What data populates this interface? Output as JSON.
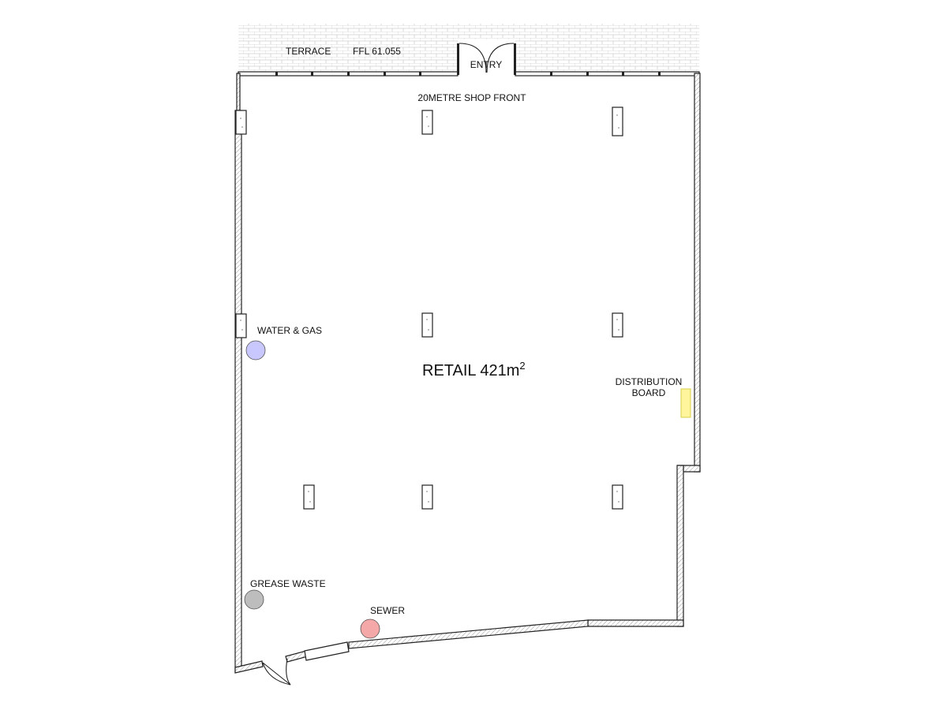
{
  "plan": {
    "title": "RETAIL 421m",
    "area_superscript": "2",
    "shop_front_label": "20METRE SHOP FRONT",
    "terrace": {
      "label": "TERRACE",
      "level": "FFL 61.055"
    },
    "entry_label": "ENTRY",
    "services": {
      "water_gas": {
        "label": "WATER & GAS",
        "color": "#c8c8ff"
      },
      "grease_waste": {
        "label": "GREASE WASTE",
        "color": "#bdbdbd"
      },
      "sewer": {
        "label": "SEWER",
        "color": "#f5a8a8"
      },
      "distribution_board": {
        "label_line1": "DISTRIBUTION",
        "label_line2": "BOARD",
        "color": "#fff59d"
      }
    },
    "colors": {
      "wall_line": "#222222",
      "hatch": "#9a9a9a",
      "terrace_paving": "#d0d0d0"
    }
  }
}
